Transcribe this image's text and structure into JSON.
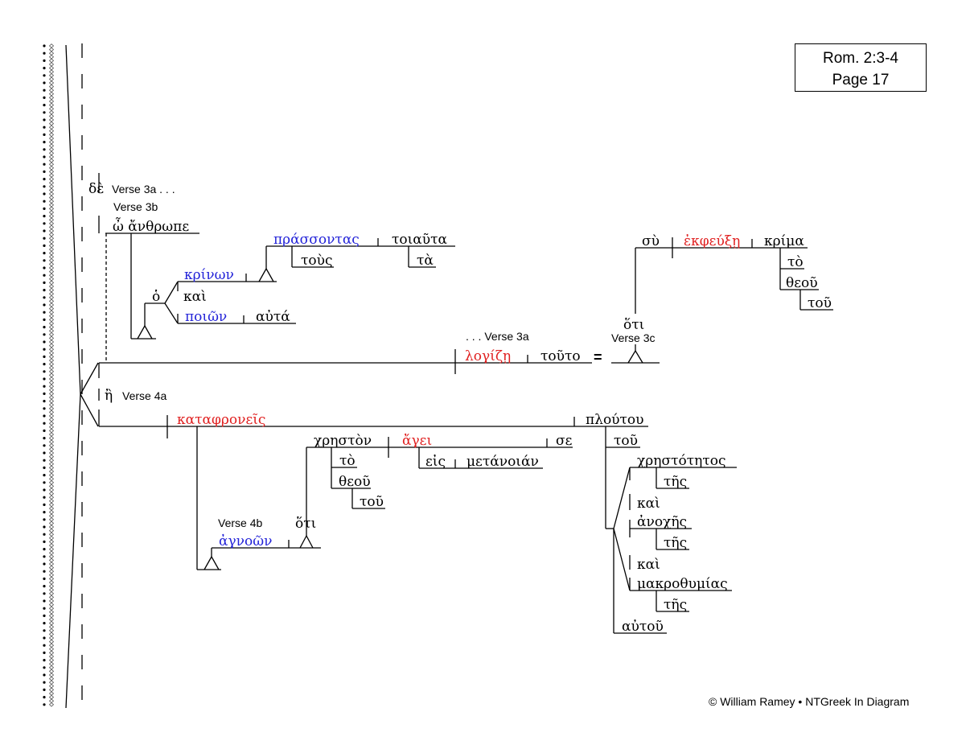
{
  "reference": {
    "passage": "Rom. 2:3-4",
    "page": "Page 17"
  },
  "footer": "© William Ramey • NTGreek In Diagram",
  "colors": {
    "verb": "#e02020",
    "participle": "#2323d8",
    "text": "#000000"
  },
  "labels": {
    "verse_3a_start": "Verse 3a . . .",
    "verse_3b": "Verse 3b",
    "verse_3a_cont": ". . . Verse 3a",
    "verse_3c": "Verse 3c",
    "verse_4a": "Verse 4a",
    "verse_4b": "Verse 4b"
  },
  "words": {
    "de": "δὲ",
    "o_anthrope": "ὦ ἄνθρωπε",
    "ho": "ὁ",
    "krinon": "κρίνων",
    "kai1": "καὶ",
    "poion": "ποιῶν",
    "auta": "αὐτά",
    "prassontas": "πράσσοντας",
    "toiauta": "τοιαῦτα",
    "tous": "τοὺς",
    "ta": "τὰ",
    "logize": "λογίζῃ",
    "touto": "τοῦτο",
    "equals": "=",
    "hoti_3c": "ὅτι",
    "su": "σὺ",
    "ekpheuxe": "ἐκφεύξῃ",
    "krima": "κρίμα",
    "to_3c": "τὸ",
    "theou_3c": "θεοῦ",
    "tou_3c": "τοῦ",
    "e": "ἢ",
    "kataphroneis": "καταφρονεῖς",
    "ploutou": "πλούτου",
    "tou_pl": "τοῦ",
    "chrestotetos": "χρηστότητος",
    "tes1": "τῆς",
    "kai2": "καὶ",
    "anoches": "ἀνοχῆς",
    "tes2": "τῆς",
    "kai3": "καὶ",
    "makrothumias": "μακροθυμίας",
    "tes3": "τῆς",
    "autou": "αὐτοῦ",
    "chreston": "χρηστὸν",
    "agei": "ἄγει",
    "se": "σε",
    "to_4b": "τὸ",
    "theou_4b": "θεοῦ",
    "tou_4b": "τοῦ",
    "eis": "εἰς",
    "metanoian": "μετάνοιάν",
    "agnoon": "ἀγνοῶν",
    "hoti_4b": "ὅτι"
  }
}
